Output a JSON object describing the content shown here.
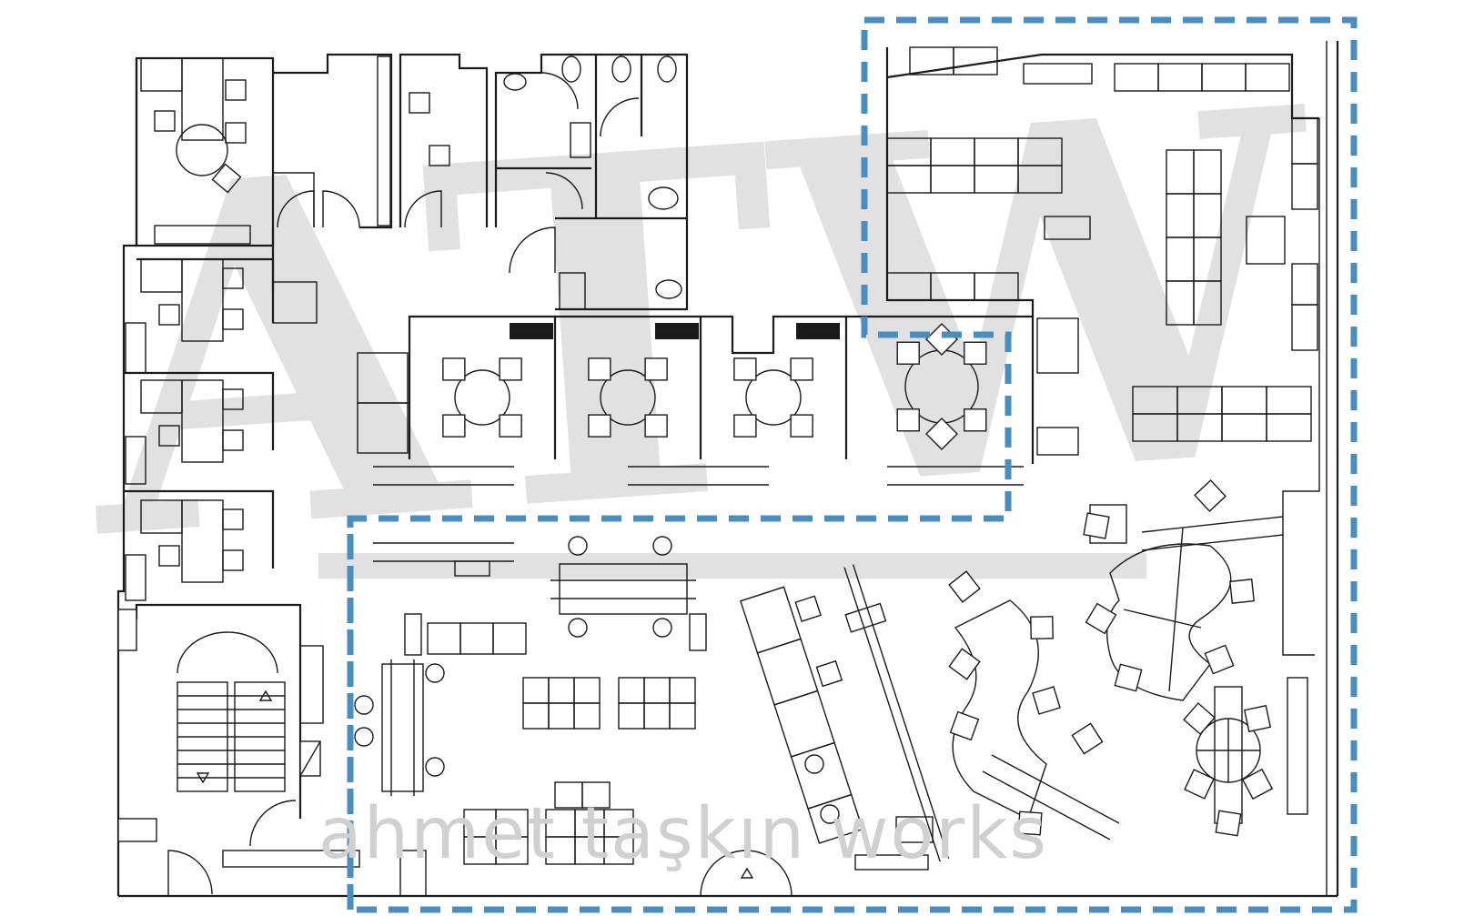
{
  "watermark": {
    "monogram": "ATW",
    "caption": "ahmet taşkın works"
  },
  "colors": {
    "zone_outline": "#4a8ec0",
    "linework": "#1a1a1a",
    "watermark": "#cfcfcf",
    "background": "#ffffff"
  },
  "zones": [
    "zone-north-east",
    "zone-south-open-office"
  ],
  "icons": [
    "round-table-icon",
    "chair-icon",
    "toilet-icon",
    "sink-icon",
    "door-swing-icon",
    "stair-arrow-icon"
  ]
}
